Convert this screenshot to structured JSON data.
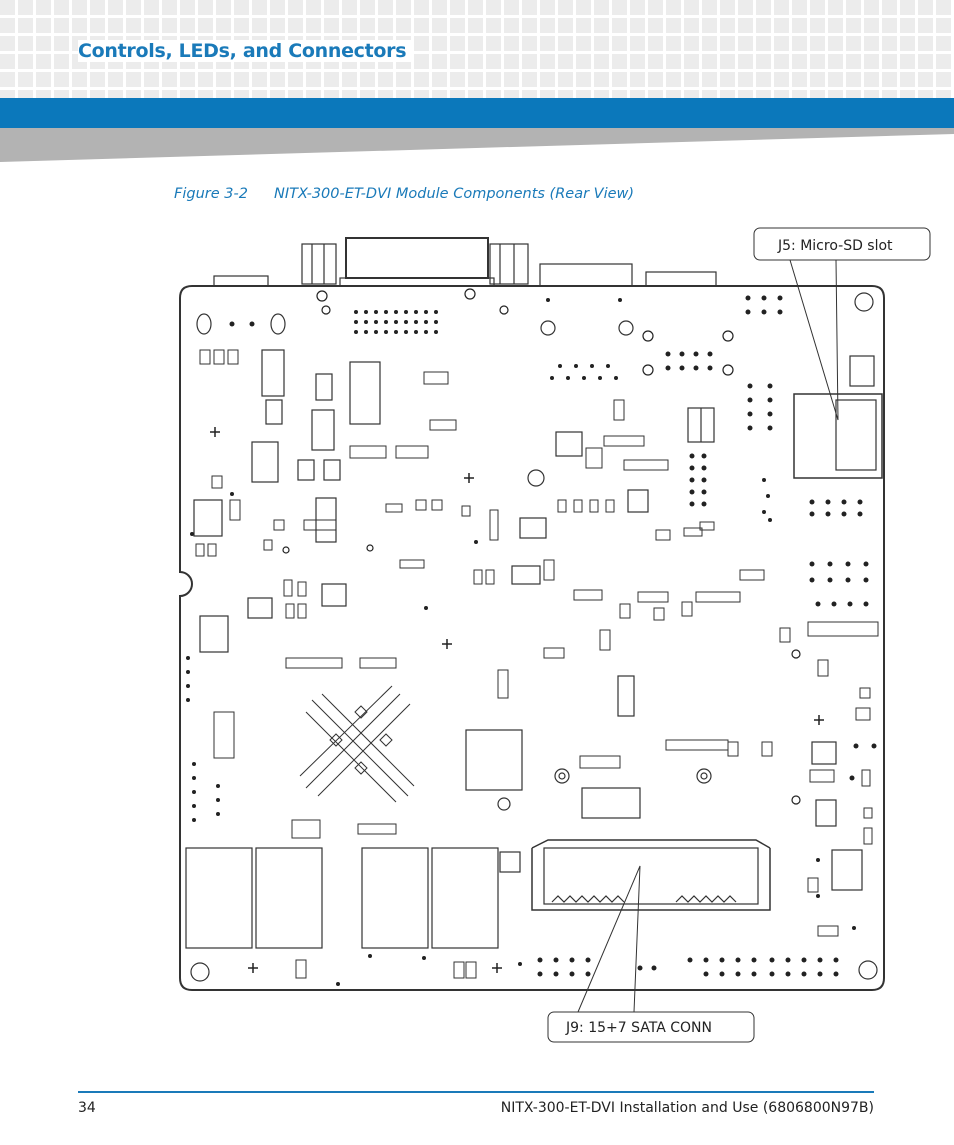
{
  "header": {
    "section_title": "Controls, LEDs, and Connectors"
  },
  "figure": {
    "number": "Figure 3-2",
    "title": "NITX-300-ET-DVI Module Components (Rear View)",
    "callouts": {
      "j5": "J5: Micro-SD slot",
      "j9": "J9: 15+7 SATA CONN"
    }
  },
  "footer": {
    "page_number": "34",
    "document": "NITX-300-ET-DVI Installation and Use (6806800N97B)"
  },
  "colors": {
    "brand_blue": "#0b78bb",
    "title_blue": "#1a7ab9",
    "wedge_grey": "#b3b3b3"
  }
}
